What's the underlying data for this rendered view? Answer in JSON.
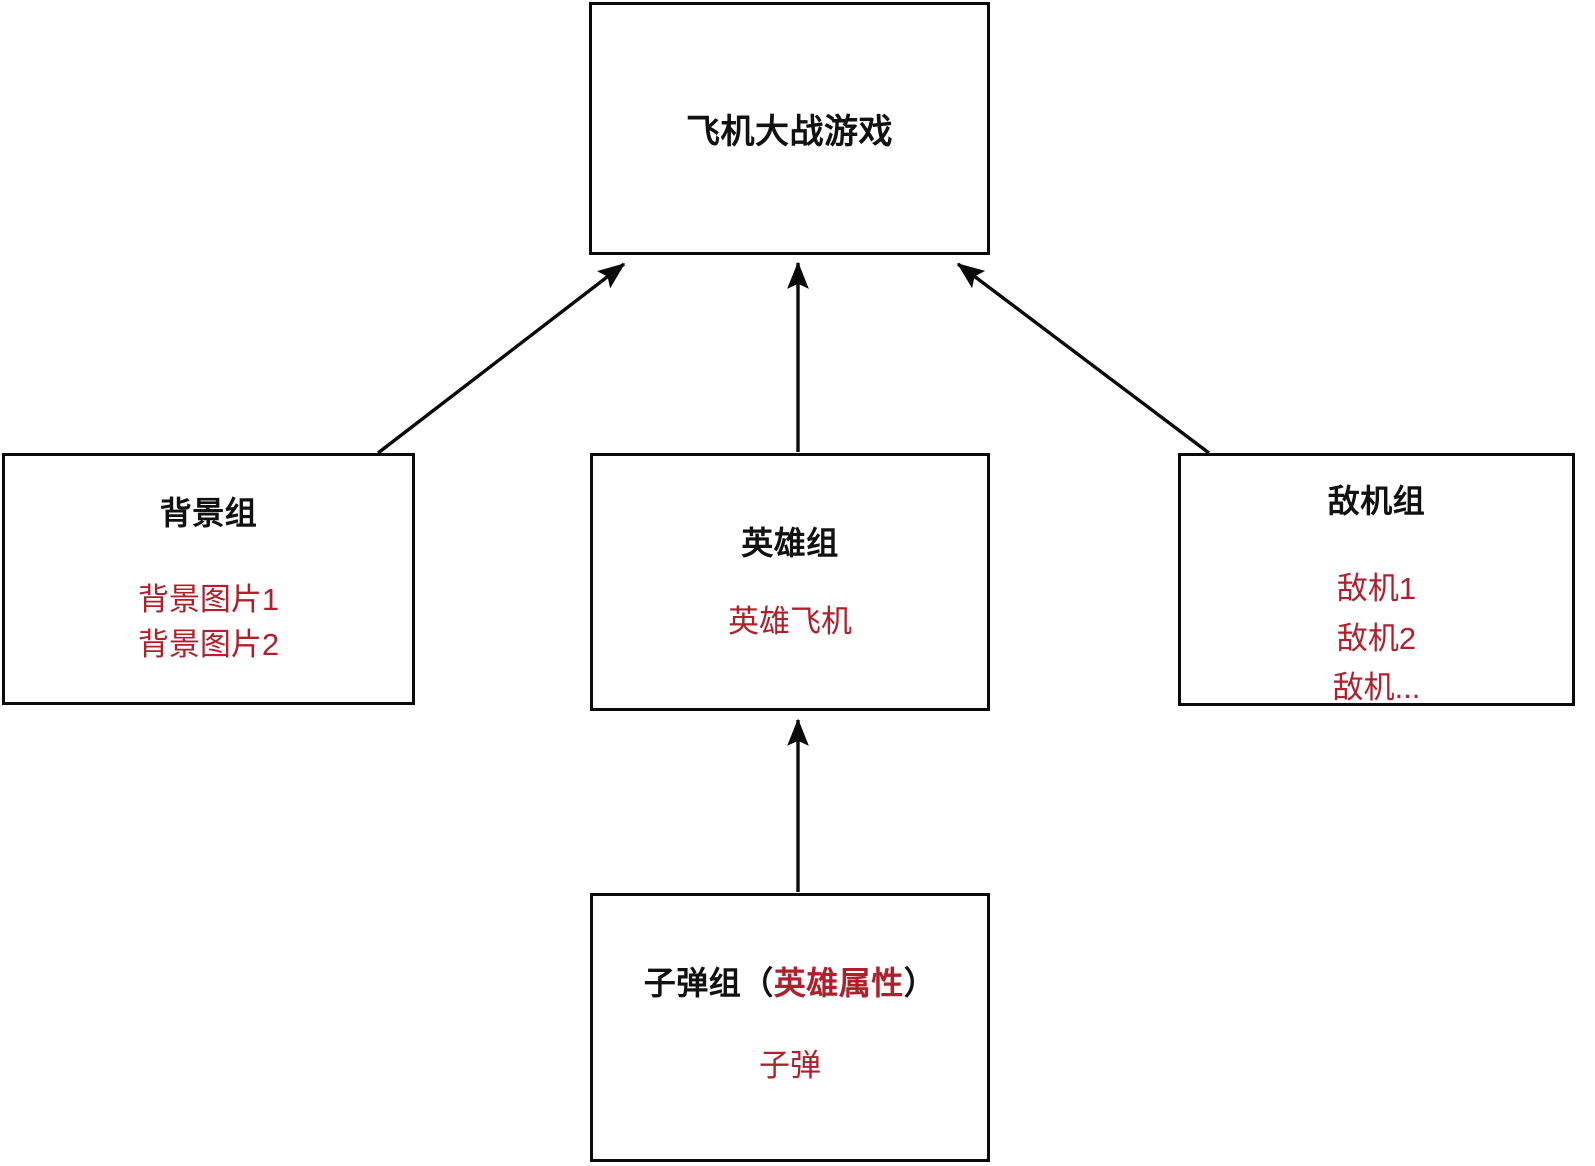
{
  "diagram": {
    "type": "hierarchy-block-diagram",
    "background_color": "#ffffff",
    "border_color": "#0a0a0a",
    "title_color": "#111111",
    "accent_color": "#b21f2c",
    "nodes": [
      {
        "id": "root",
        "title": "飞机大战游戏",
        "items": []
      },
      {
        "id": "background",
        "title": "背景组",
        "items": [
          "背景图片1",
          "背景图片2"
        ]
      },
      {
        "id": "hero",
        "title": "英雄组",
        "items": [
          "英雄飞机"
        ]
      },
      {
        "id": "enemy",
        "title": "敌机组",
        "items": [
          "敌机1",
          "敌机2",
          "敌机..."
        ]
      },
      {
        "id": "bullet",
        "title_parts": {
          "prefix": "子弹组（",
          "accent": "英雄属性",
          "suffix": "）"
        },
        "title": "子弹组（英雄属性）",
        "items": [
          "子弹"
        ]
      }
    ],
    "edges": [
      {
        "from": "background",
        "to": "root",
        "shape": "diagonal",
        "arrowhead": "to"
      },
      {
        "from": "hero",
        "to": "root",
        "shape": "vertical",
        "arrowhead": "to"
      },
      {
        "from": "enemy",
        "to": "root",
        "shape": "diagonal",
        "arrowhead": "to"
      },
      {
        "from": "bullet",
        "to": "hero",
        "shape": "vertical",
        "arrowhead": "to"
      }
    ]
  }
}
